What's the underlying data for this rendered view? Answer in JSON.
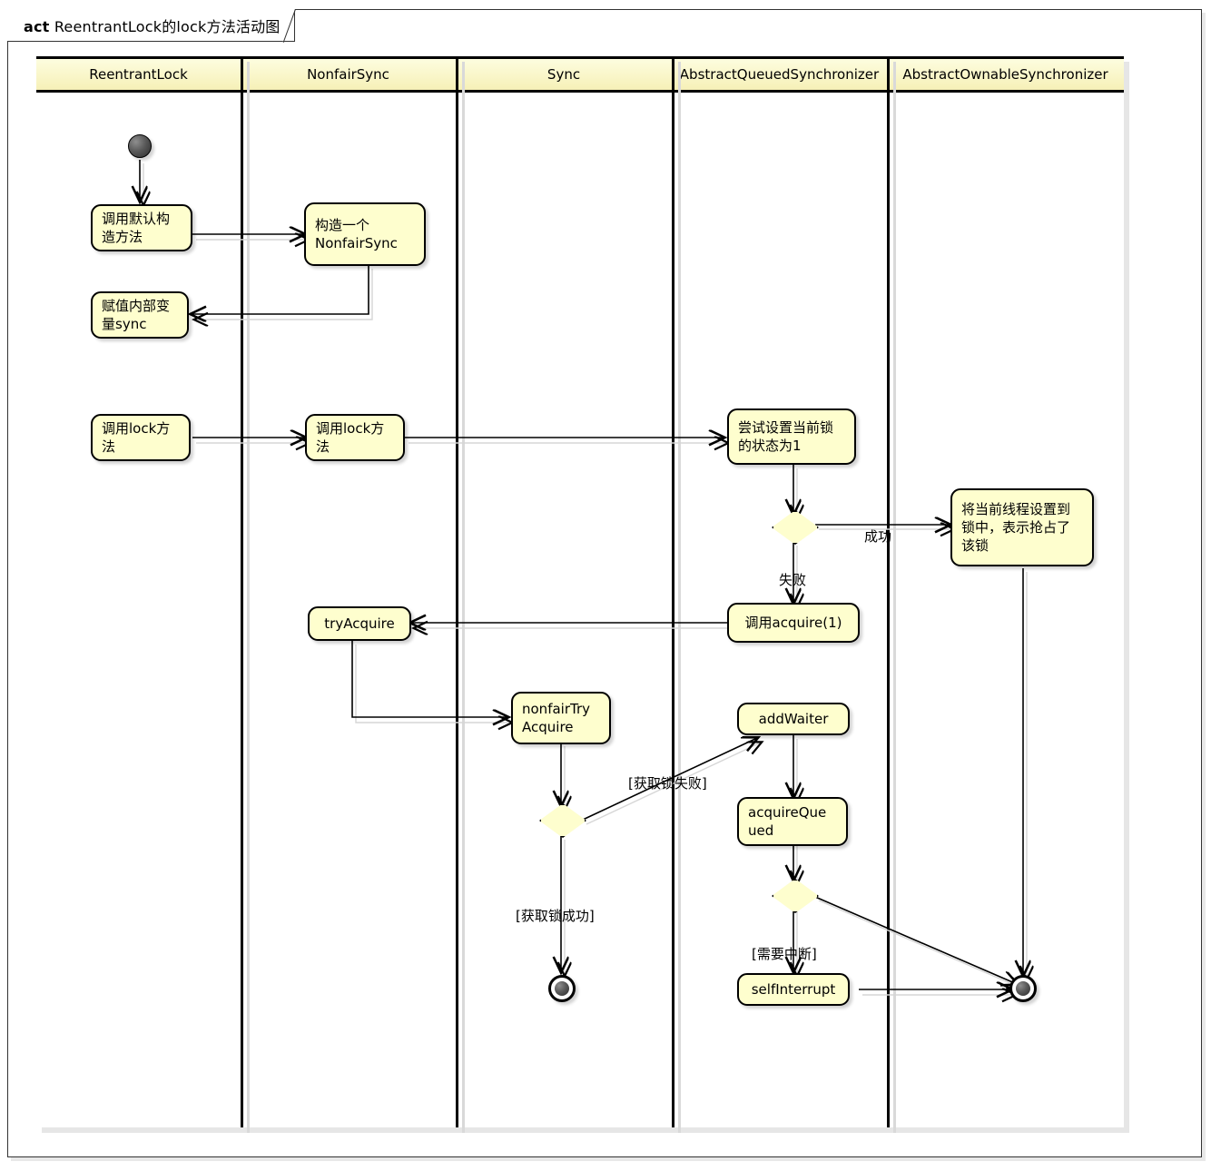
{
  "diagram": {
    "kind_keyword": "act",
    "title": "ReentrantLock的lock方法活动图"
  },
  "lanes": [
    {
      "id": "reentrantlock",
      "label": "ReentrantLock"
    },
    {
      "id": "nonfairsync",
      "label": "NonfairSync"
    },
    {
      "id": "sync",
      "label": "Sync"
    },
    {
      "id": "abstractqueuedsynchronizer",
      "label": "AbstractQueuedSynchronizer"
    },
    {
      "id": "abstractownablesynchronizer",
      "label": "AbstractOwnableSynchronizer"
    }
  ],
  "nodes": [
    {
      "id": "n-default-ctor",
      "lane": "reentrantlock",
      "label": "调用默认构\n造方法"
    },
    {
      "id": "n-build-nfs",
      "lane": "nonfairsync",
      "label": "构造一个\nNonfairSync"
    },
    {
      "id": "n-assign-sync",
      "lane": "reentrantlock",
      "label": "赋值内部变\n量sync"
    },
    {
      "id": "n-call-lock-rl",
      "lane": "reentrantlock",
      "label": "调用lock方\n法"
    },
    {
      "id": "n-call-lock-nfs",
      "lane": "nonfairsync",
      "label": "调用lock方\n法"
    },
    {
      "id": "n-try-set-state",
      "lane": "abstractqueuedsynchronizer",
      "label": "尝试设置当前锁\n的状态为1"
    },
    {
      "id": "n-set-owner",
      "lane": "abstractownablesynchronizer",
      "label": "将当前线程设置到\n锁中，表示抢占了\n该锁"
    },
    {
      "id": "n-call-acquire",
      "lane": "abstractqueuedsynchronizer",
      "label": "调用acquire(1)"
    },
    {
      "id": "n-tryacquire",
      "lane": "nonfairsync",
      "label": "tryAcquire"
    },
    {
      "id": "n-nonfairtry",
      "lane": "sync",
      "label": "nonfairTry\nAcquire"
    },
    {
      "id": "n-addwaiter",
      "lane": "abstractqueuedsynchronizer",
      "label": "addWaiter"
    },
    {
      "id": "n-acquirequeued",
      "lane": "abstractqueuedsynchronizer",
      "label": "acquireQue\nued"
    },
    {
      "id": "n-selfinterrupt",
      "lane": "abstractqueuedsynchronizer",
      "label": "selfInterrupt"
    }
  ],
  "edge_labels": [
    {
      "id": "lbl-success",
      "text": "成功"
    },
    {
      "id": "lbl-fail",
      "text": "失败"
    },
    {
      "id": "lbl-acquire-fail",
      "text": "[获取锁失败]"
    },
    {
      "id": "lbl-acquire-ok",
      "text": "[获取锁成功]"
    },
    {
      "id": "lbl-need-interrupt",
      "text": "[需要中断]"
    }
  ],
  "colors": {
    "node_fill": "#FEFECE",
    "node_border": "#000000",
    "lane_header_fill": "#FBFBD5",
    "canvas": "#FFFFFF",
    "shadow": "#E6E6E6"
  }
}
